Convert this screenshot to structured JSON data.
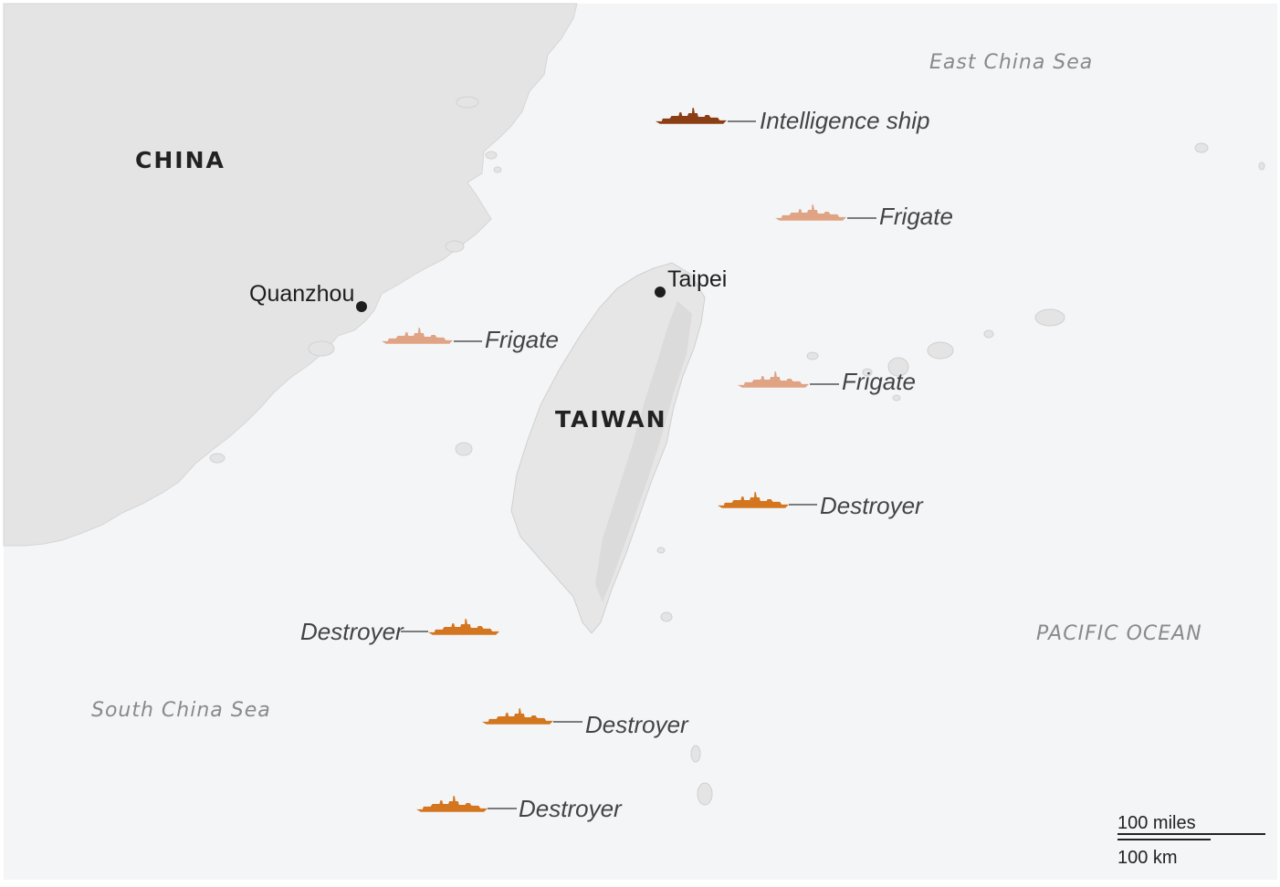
{
  "map": {
    "countries": {
      "china": "CHINA",
      "taiwan": "TAIWAN"
    },
    "seas": {
      "east_china_sea": "East China Sea",
      "south_china_sea": "South China Sea",
      "pacific_ocean": "PACIFIC OCEAN"
    },
    "cities": {
      "quanzhou": "Quanzhou",
      "taipei": "Taipei"
    },
    "ships": [
      {
        "label": "Intelligence ship",
        "color": "#8b3e14"
      },
      {
        "label": "Frigate",
        "color": "#e0a384"
      },
      {
        "label": "Frigate",
        "color": "#e0a384"
      },
      {
        "label": "Frigate",
        "color": "#e0a384"
      },
      {
        "label": "Destroyer",
        "color": "#d4761f"
      },
      {
        "label": "Destroyer",
        "color": "#d4761f"
      },
      {
        "label": "Destroyer",
        "color": "#d4761f"
      },
      {
        "label": "Destroyer",
        "color": "#d4761f"
      }
    ],
    "scale": {
      "miles": "100 miles",
      "km": "100 km"
    },
    "colors": {
      "sea": "#f4f5f7",
      "land": "#e4e4e4",
      "land_shadow": "#d2d2d2"
    }
  }
}
